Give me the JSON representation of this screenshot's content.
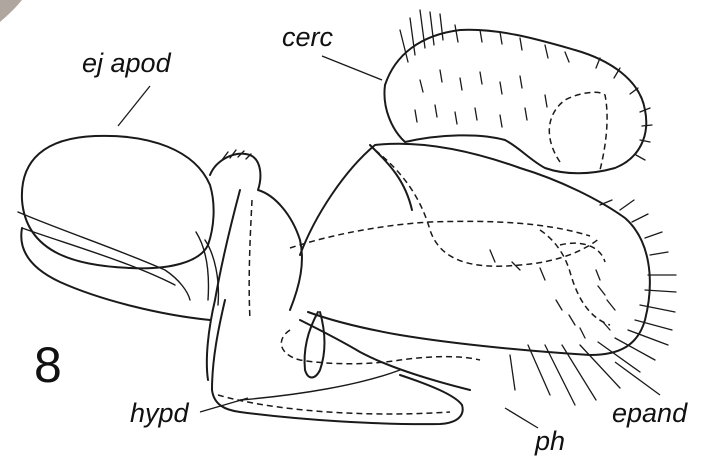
{
  "figure": {
    "number": "8",
    "labels": {
      "ej_apod": "ej apod",
      "cerc": "cerc",
      "hypd": "hypd",
      "ph": "ph",
      "epand": "epand"
    }
  },
  "colors": {
    "ink": "#1a1a1a",
    "background": "#ffffff"
  }
}
